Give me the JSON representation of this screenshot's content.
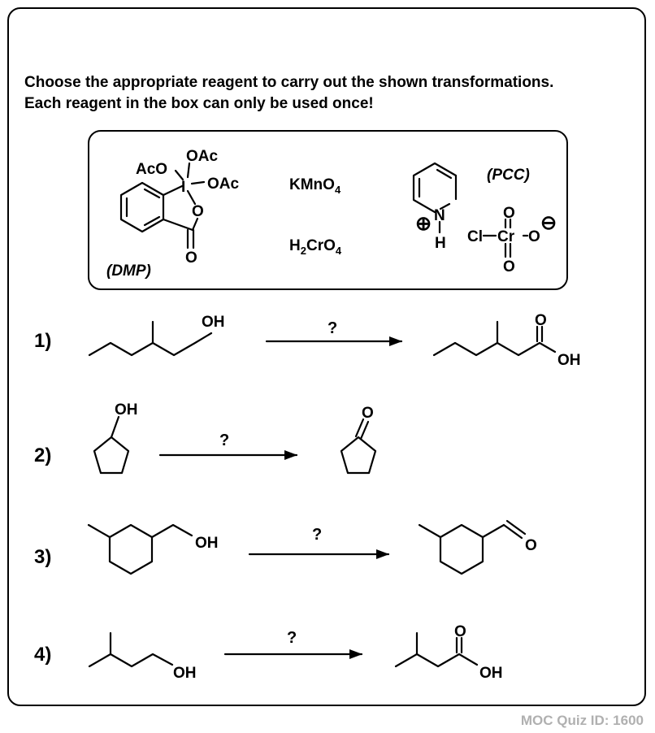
{
  "instructions": {
    "line1": "Choose the appropriate reagent to carry out the shown transformations.",
    "line2": "Each reagent in the box can only be used once!"
  },
  "reagents": {
    "dmp": {
      "acetoxy_1": "AcO",
      "acetoxy_2": "OAc",
      "acetoxy_3": "OAc",
      "iodine": "I",
      "ring_oxygen": "O",
      "carbonyl_oxygen": "O",
      "abbreviation": "(DMP)"
    },
    "kmno4": {
      "main": "KMnO",
      "subscript": "4"
    },
    "h2cro4": {
      "h": "H",
      "h_sub": "2",
      "cro": "CrO",
      "cro_sub": "4"
    },
    "pcc": {
      "abbreviation": "(PCC)",
      "nitrogen": "N",
      "hydrogen": "H",
      "plus_charge": "⊕",
      "chlorine": "Cl",
      "chromium": "Cr",
      "oxygen_top": "O",
      "oxygen_right": "O",
      "oxygen_bottom": "O",
      "minus_charge": "⊖"
    }
  },
  "reactions": [
    {
      "number": "1)",
      "reactant_group": "OH",
      "arrow_label": "?",
      "product_groups": [
        "O",
        "OH"
      ]
    },
    {
      "number": "2)",
      "reactant_group": "OH",
      "arrow_label": "?",
      "product_groups": [
        "O"
      ]
    },
    {
      "number": "3)",
      "reactant_group": "OH",
      "arrow_label": "?",
      "product_groups": [
        "O"
      ]
    },
    {
      "number": "4)",
      "reactant_group": "OH",
      "arrow_label": "?",
      "product_groups": [
        "O",
        "OH"
      ]
    }
  ],
  "watermark": "MOC Quiz ID: 1600"
}
